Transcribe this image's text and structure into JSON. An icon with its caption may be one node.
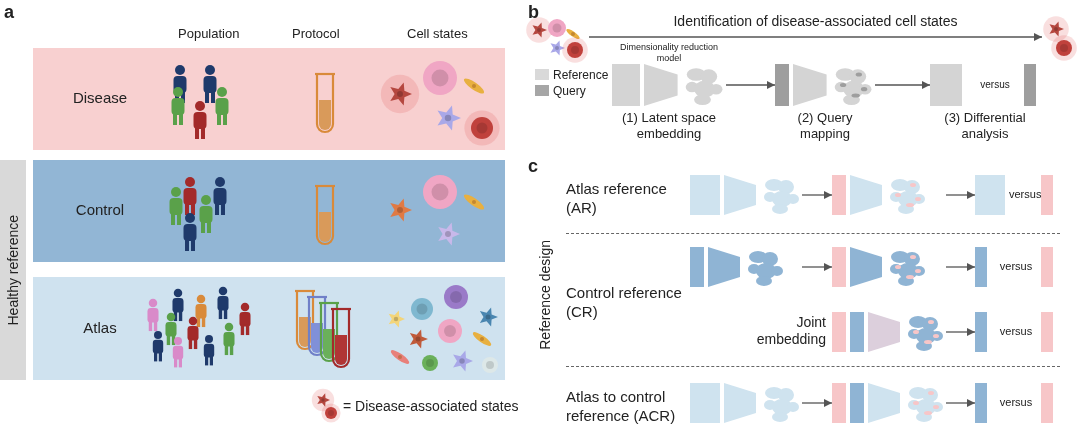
{
  "diagram": {
    "nodes": [
      {
        "text": [
          "Disease"
        ]
      },
      {
        "text": [
          "Control"
        ]
      },
      {
        "text": [
          "Atlas"
        ]
      },
      {
        "text": [
          "Healthy reference"
        ]
      },
      {
        "text": [],
        "shape": "picture"
      },
      {
        "text": [],
        "shape": "picture"
      },
      {
        "text": [
          "Dimensionality reduction model",
          "(1) Latent space embedding"
        ]
      },
      {
        "text": [
          "(2) Query mapping"
        ]
      },
      {
        "text": [
          "versus",
          "(3) Differential analysis"
        ]
      },
      {
        "text": [],
        "shape": "picture"
      },
      {
        "text": [],
        "shape": "picture"
      },
      {
        "text": [
          "versus"
        ]
      },
      {
        "text": [],
        "shape": "picture"
      },
      {
        "text": [],
        "shape": "picture"
      },
      {
        "text": [
          "versus"
        ]
      },
      {
        "text": [],
        "shape": "picture",
        "beside": [
          "Joint embedding"
        ]
      },
      {
        "text": [
          "versus"
        ]
      },
      {
        "text": [],
        "shape": "picture"
      },
      {
        "text": [],
        "shape": "picture"
      },
      {
        "text": [
          "versus"
        ]
      }
    ],
    "edges": [
      {
        "from": 4,
        "to": 5,
        "arrow": "to",
        "label": "Identification of disease-associated cell states"
      },
      {
        "from": 6,
        "to": 7,
        "arrow": "to"
      },
      {
        "from": 7,
        "to": 8,
        "arrow": "to"
      },
      {
        "from": 9,
        "to": 10,
        "arrow": "to"
      },
      {
        "from": 10,
        "to": 11,
        "arrow": "to"
      },
      {
        "from": 12,
        "to": 13,
        "arrow": "to"
      },
      {
        "from": 13,
        "to": 14,
        "arrow": "to"
      },
      {
        "from": 15,
        "to": 16,
        "arrow": "to"
      },
      {
        "from": 17,
        "to": 18,
        "arrow": "to"
      },
      {
        "from": 18,
        "to": 19,
        "arrow": "to"
      }
    ],
    "labels": [
      "a",
      "Population",
      "Protocol",
      "Cell states",
      "b",
      "c",
      "Atlas reference (AR)",
      "Reference design",
      "Control reference (CR)",
      "Atlas to control reference (ACR)"
    ],
    "legend": [
      {
        "text": "Reference",
        "color": "#d9d9d9"
      },
      {
        "text": "Query",
        "color": "#a6a6a6"
      },
      {
        "text": "= Disease-associated states"
      }
    ]
  }
}
